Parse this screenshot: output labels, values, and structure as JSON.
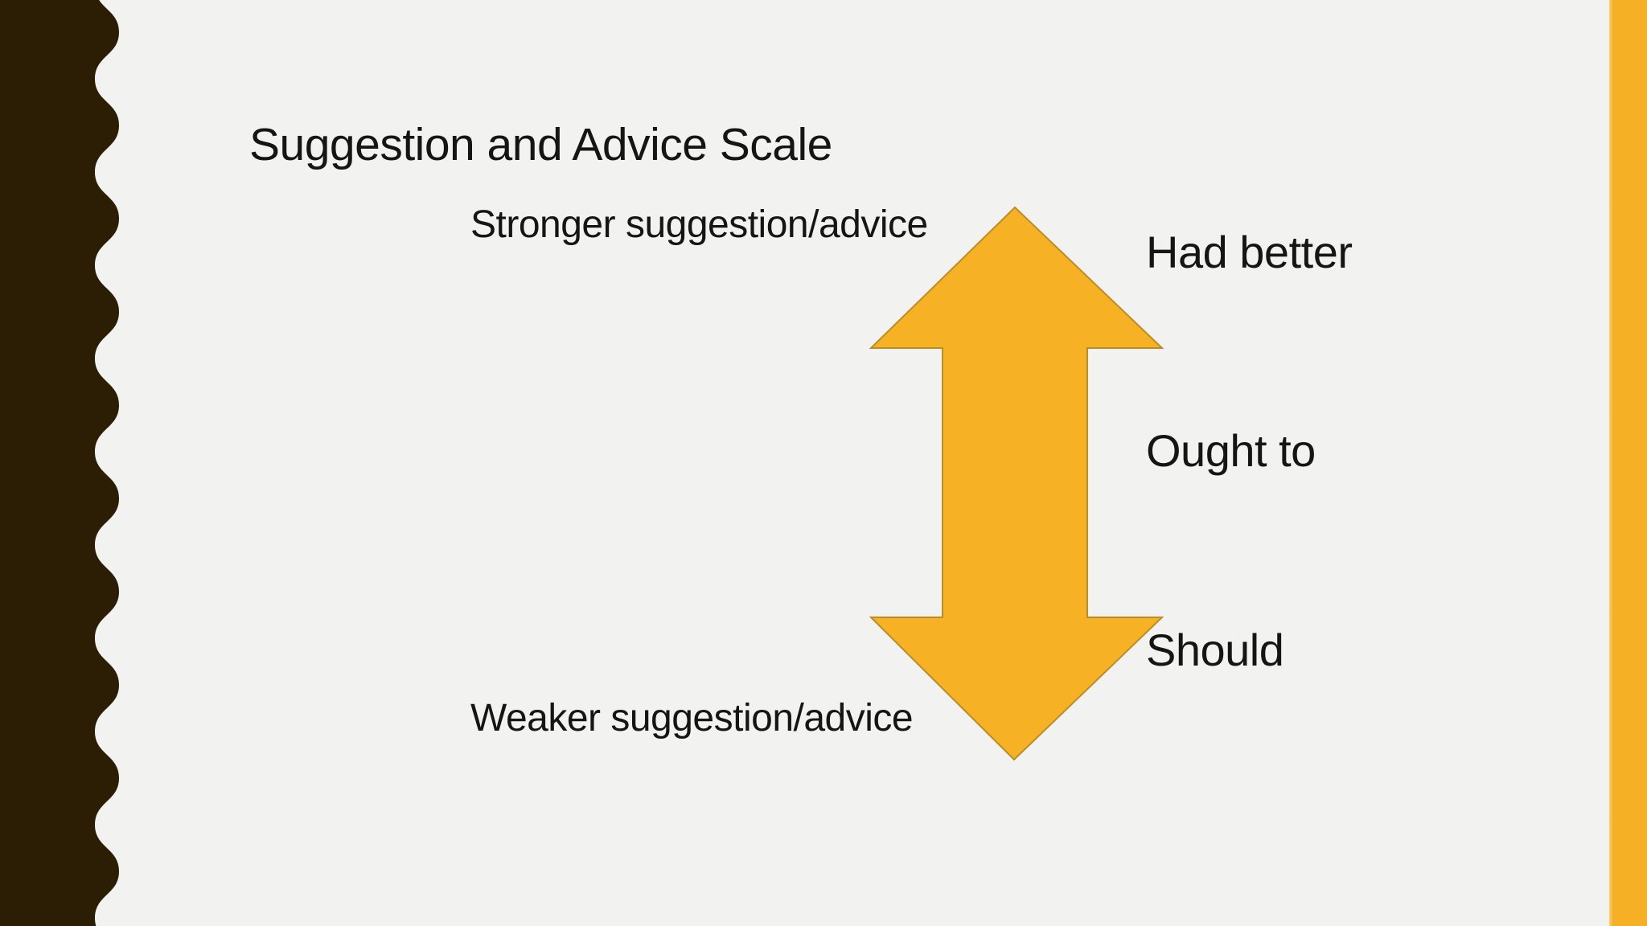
{
  "slide": {
    "title": "Suggestion and Advice Scale",
    "scale": {
      "stronger_label": "Stronger suggestion/advice",
      "weaker_label": "Weaker suggestion/advice"
    },
    "verbs": [
      {
        "label": "Had better"
      },
      {
        "label": "Ought to"
      },
      {
        "label": "Should"
      }
    ],
    "arrow": {
      "type": "double-headed-vertical",
      "icon": "up-down-arrow-icon"
    },
    "colors": {
      "background": "#F2F2F1",
      "left_band": "#2B1E05",
      "right_bar": "#F5B025",
      "right_bar_highlight": "#F9CE74",
      "arrow_fill": "#F7B125",
      "arrow_border": "#BA8D28",
      "text": "#151515"
    }
  }
}
